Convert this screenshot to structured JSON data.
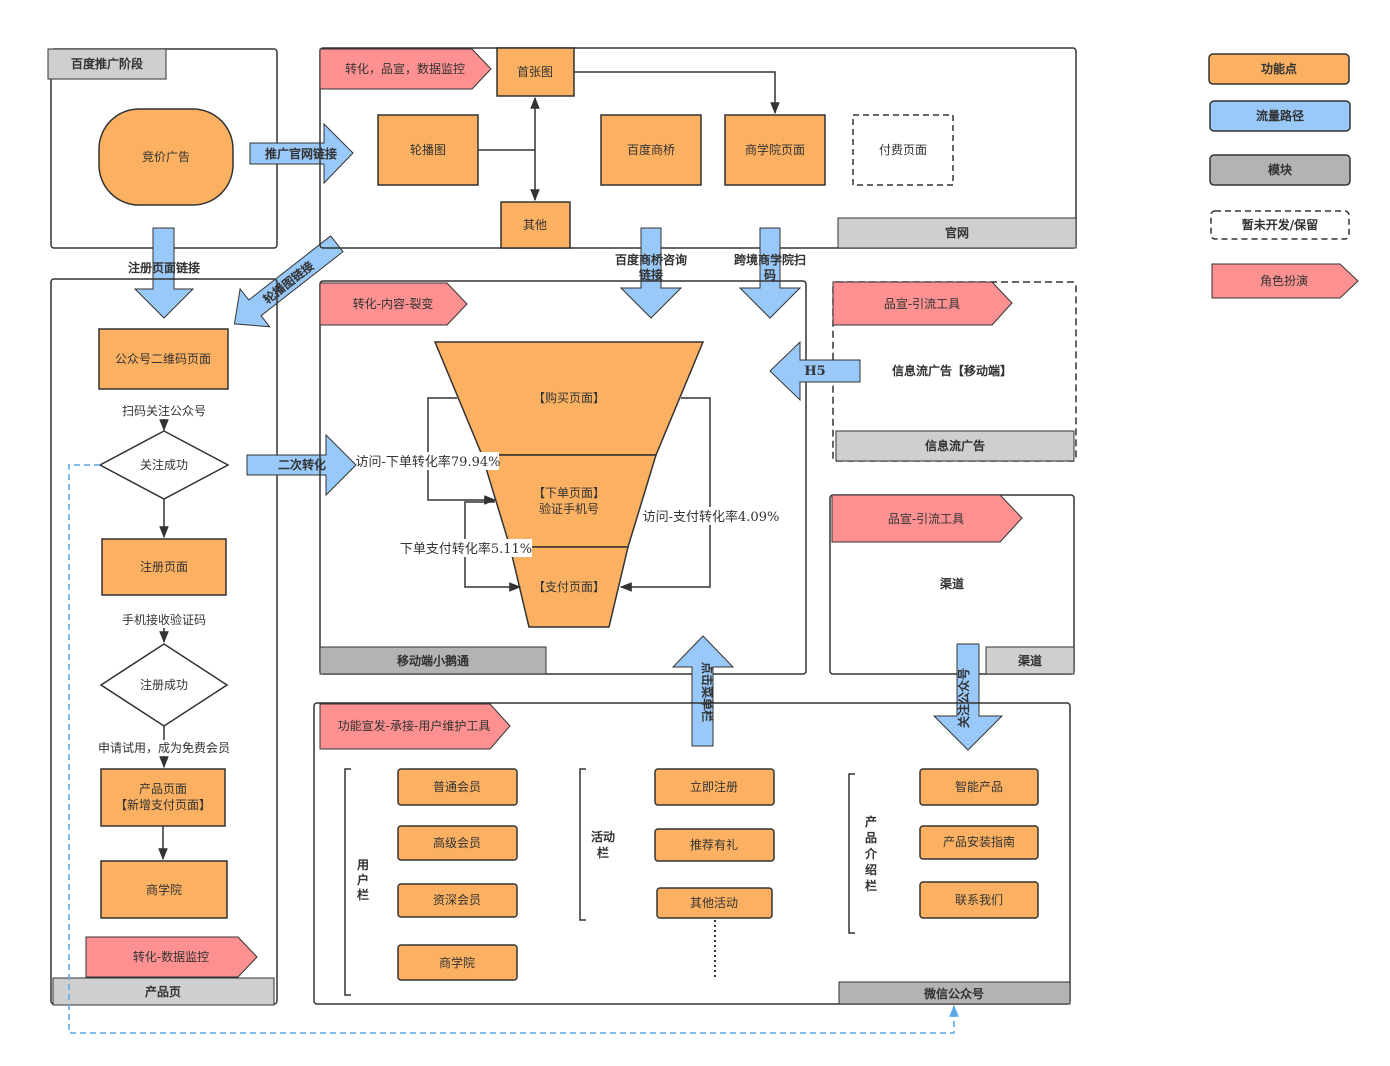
{
  "legend": {
    "feature": "功能点",
    "traffic_path": "流量路径",
    "module": "模块",
    "reserved": "暂未开发/保留",
    "role": "角色扮演"
  },
  "baidu": {
    "tab": "百度推广阶段",
    "bid_ad": "竞价广告",
    "arrow_official": "推广官网链接",
    "arrow_register": "注册页面链接",
    "arrow_banner": "轮播图链接"
  },
  "official": {
    "role_tag": "转化，品宣，数据监控",
    "first_image": "首张图",
    "banner": "轮播图",
    "other": "其他",
    "baidu_bridge": "百度商桥",
    "academy_page": "商学院页面",
    "paid_page": "付费页面",
    "module": "官网",
    "arrow_bridge": "百度商桥咨询链接",
    "arrow_bridge_l1": "百度商桥咨询",
    "arrow_bridge_l2": "链接",
    "arrow_scan": "跨境商学院扫码",
    "arrow_scan_l1": "跨境商学院扫",
    "arrow_scan_l2": "码"
  },
  "product_flow": {
    "qr_page": "公众号二维码页面",
    "scan_follow": "扫码关注公众号",
    "follow_ok": "关注成功",
    "register_page": "注册页面",
    "sms_code": "手机接收验证码",
    "register_ok": "注册成功",
    "apply_trial": "申请试用，成为免费会员",
    "product_page_l1": "产品页面",
    "product_page_l2": "【新增支付页面】",
    "academy": "商学院",
    "role_tag": "转化-数据监控",
    "module": "产品页"
  },
  "mobile": {
    "role_tag": "转化-内容-裂变",
    "buy_page": "【购买页面】",
    "order_page_l1": "【下单页面】",
    "order_page_l2": "验证手机号",
    "pay_page": "【支付页面】",
    "rate_visit_order": "访问-下单转化率79.94%",
    "rate_visit_pay": "访问-支付转化率4.09%",
    "rate_order_pay": "下单支付转化率5.11%",
    "arrow_second": "二次转化",
    "module": "移动端小鹅通"
  },
  "feed_ad": {
    "role_tag": "品宣-引流工具",
    "content": "信息流广告【移动端】",
    "module": "信息流广告",
    "arrow_h5": "H5"
  },
  "channel": {
    "role_tag": "品宣-引流工具",
    "content": "渠道",
    "module": "渠道",
    "arrow_follow": "关注公众号"
  },
  "wechat": {
    "role_tag": "功能宣发-承接-用户维护工具",
    "user_col": "用户栏",
    "user_items": [
      "普通会员",
      "高级会员",
      "资深会员",
      "商学院"
    ],
    "activity_col": "活动栏",
    "activity_items": [
      "立即注册",
      "推荐有礼",
      "其他活动"
    ],
    "product_col": "产品介绍栏",
    "product_items": [
      "智能产品",
      "产品安装指南",
      "联系我们"
    ],
    "arrow_menu": "点击菜单栏",
    "module": "微信公众号"
  }
}
